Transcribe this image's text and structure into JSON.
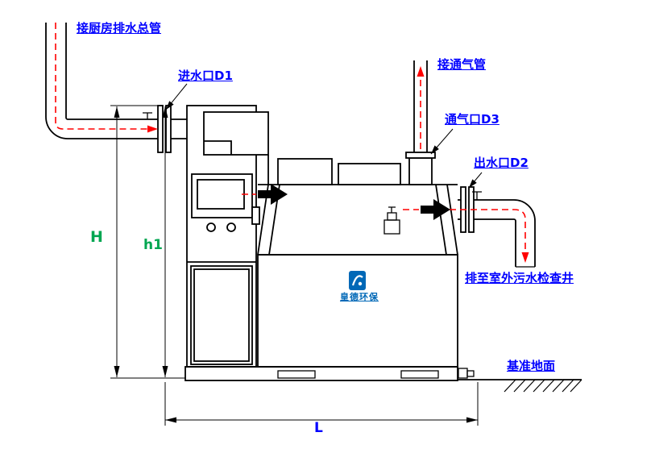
{
  "labels": {
    "kitchen_main": "接厨房排水总管",
    "inlet": "进水口D1",
    "vent_pipe": "接通气管",
    "vent_port": "通气口D3",
    "outlet": "出水口D2",
    "discharge": "排至室外污水检查井",
    "ground": "基准地面"
  },
  "dimensions": {
    "H": "H",
    "h1": "h1",
    "L": "L"
  },
  "logo": {
    "text": "皇德环保"
  },
  "colors": {
    "label_blue": "#0000ff",
    "dimension_green": "#00a651",
    "flow_red": "#ff0000",
    "line_black": "#000000",
    "logo_blue": "#0068b7"
  }
}
